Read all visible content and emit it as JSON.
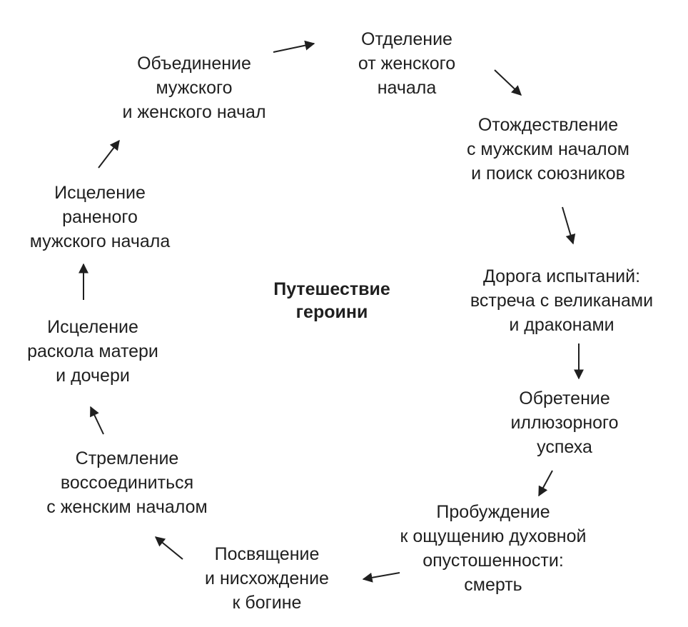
{
  "diagram": {
    "title_lines": [
      "Путешествие",
      "героини"
    ],
    "stages": [
      {
        "id": "separation",
        "lines": [
          "Отделение",
          "от женского",
          "начала"
        ]
      },
      {
        "id": "identification",
        "lines": [
          "Отождествление",
          "с мужским началом",
          "и поиск союзников"
        ]
      },
      {
        "id": "road-of-trials",
        "lines": [
          "Дорога испытаний:",
          "встреча с великанами",
          "и драконами"
        ]
      },
      {
        "id": "illusory-success",
        "lines": [
          "Обретение",
          "иллюзорного",
          "успеха"
        ]
      },
      {
        "id": "awakening",
        "lines": [
          "Пробуждение",
          "к ощущению духовной",
          "опустошенности:",
          "смерть"
        ]
      },
      {
        "id": "initiation-descent",
        "lines": [
          "Посвящение",
          "и нисхождение",
          "к богине"
        ]
      },
      {
        "id": "yearning-reconnect",
        "lines": [
          "Стремление",
          "воссоединиться",
          "с женским началом"
        ]
      },
      {
        "id": "healing-mother-daughter",
        "lines": [
          "Исцеление",
          "раскола матери",
          "и дочери"
        ]
      },
      {
        "id": "healing-wounded-masculine",
        "lines": [
          "Исцеление",
          "раненого",
          "мужского начала"
        ]
      },
      {
        "id": "integration",
        "lines": [
          "Объединение",
          "мужского",
          "и женского начал"
        ]
      }
    ],
    "arrow_color": "#1f1f1f"
  }
}
